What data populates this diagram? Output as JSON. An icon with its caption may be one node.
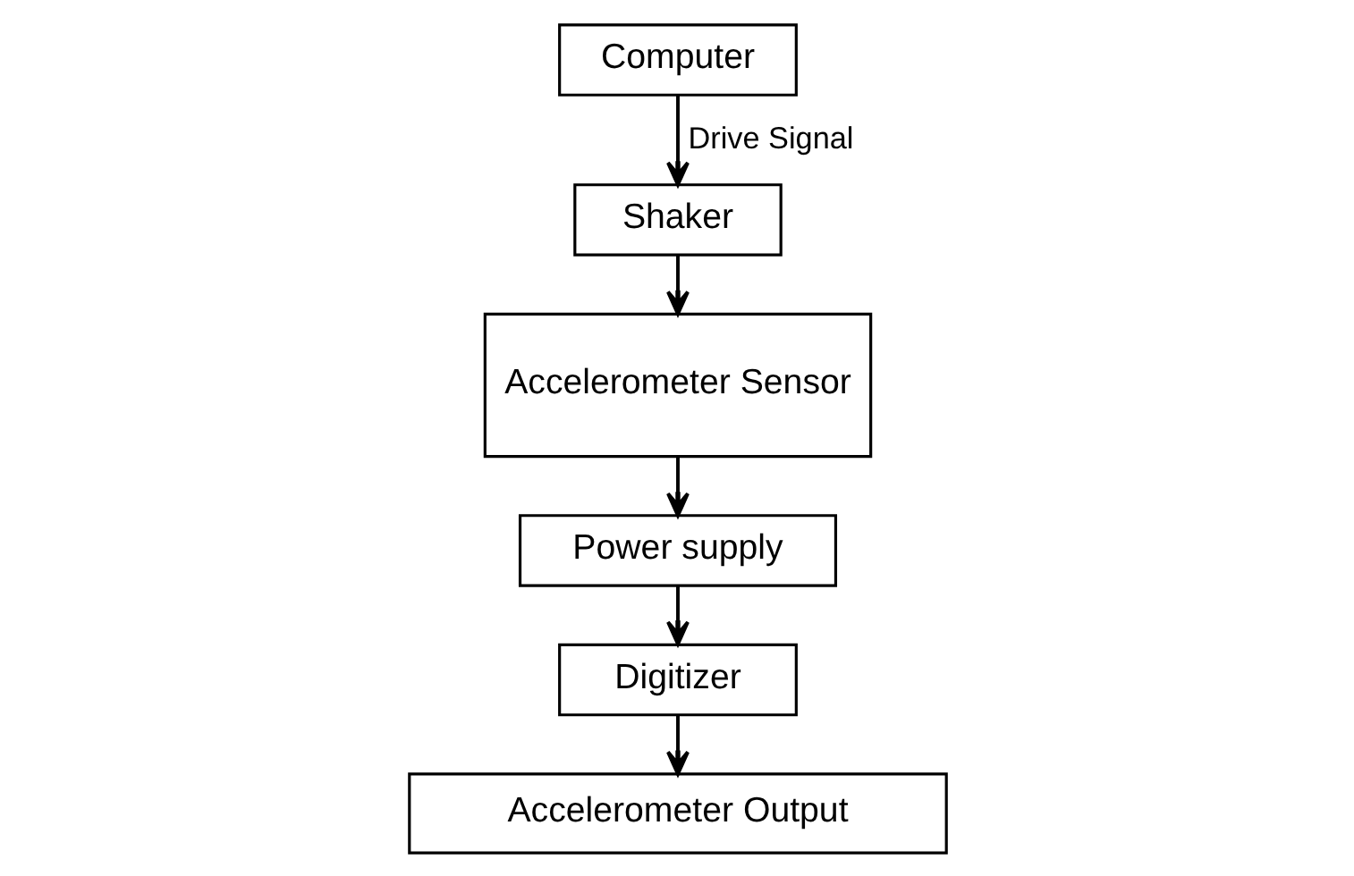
{
  "diagram": {
    "nodes": [
      {
        "text": [
          "Computer"
        ]
      },
      {
        "text": [
          "Shaker"
        ]
      },
      {
        "text": [
          "Accelerometer Sensor"
        ]
      },
      {
        "text": [
          "Power supply"
        ]
      },
      {
        "text": [
          "Digitizer"
        ]
      },
      {
        "text": [
          "Accelerometer Output"
        ]
      }
    ],
    "edges": [
      {
        "from": 0,
        "to": 1,
        "arrow": "to",
        "label": "Drive Signal"
      },
      {
        "from": 1,
        "to": 2,
        "arrow": "to"
      },
      {
        "from": 2,
        "to": 3,
        "arrow": "to"
      },
      {
        "from": 3,
        "to": 4,
        "arrow": "to"
      },
      {
        "from": 4,
        "to": 5,
        "arrow": "to"
      }
    ]
  }
}
